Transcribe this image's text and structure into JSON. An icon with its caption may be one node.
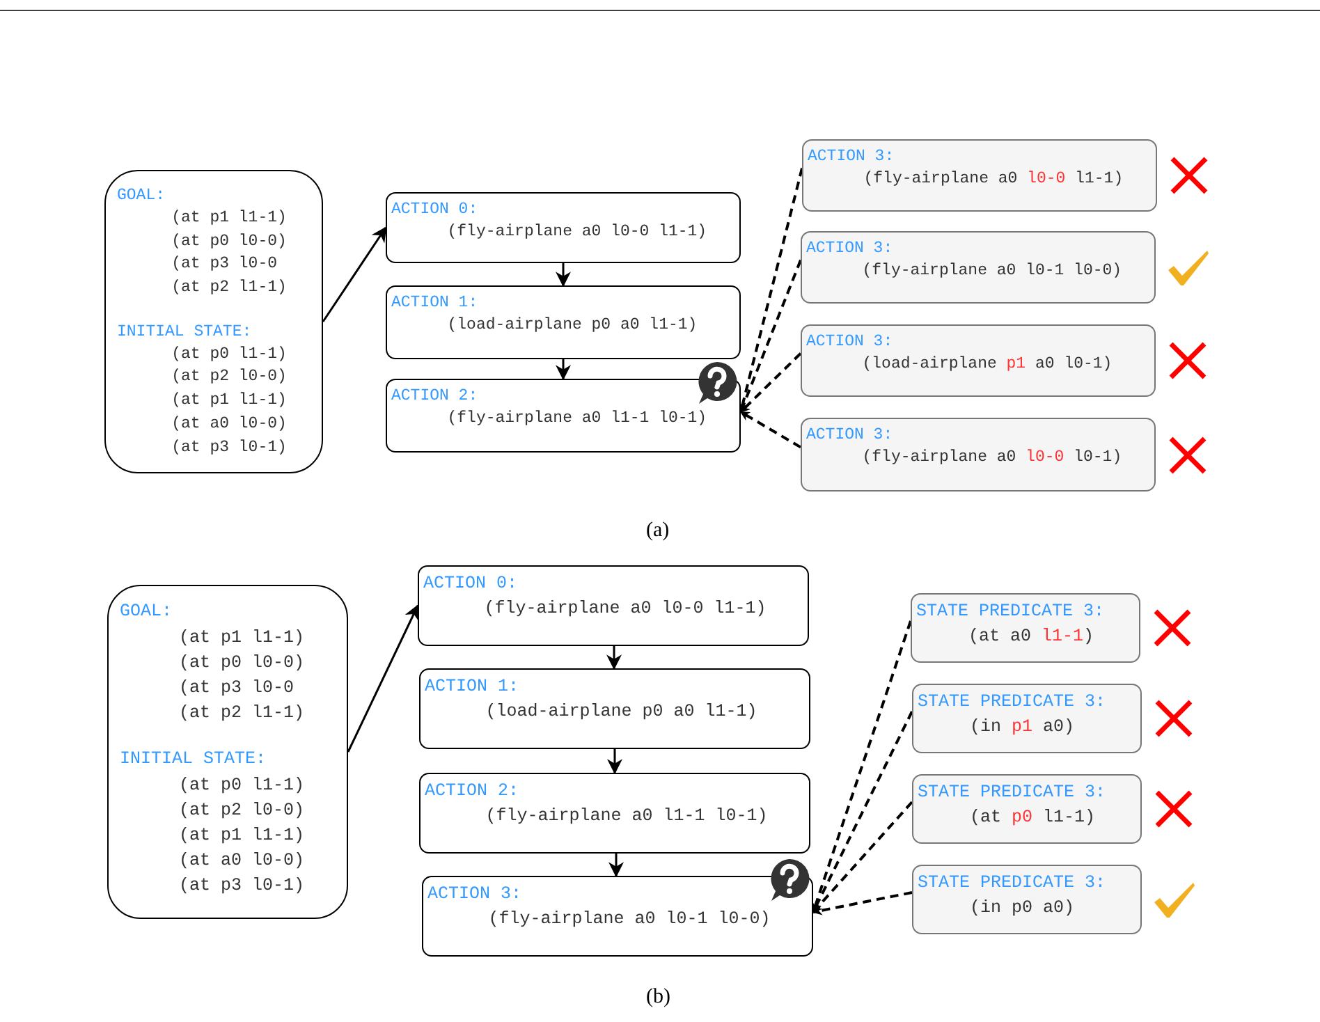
{
  "diagram": {
    "nodes": [
      {
        "text": [
          "GOAL:",
          "(at p1 l1-1)",
          "(at p0 l0-0)",
          "(at p3 l0-0",
          "(at p2 l1-1)",
          "INITIAL STATE:",
          "(at p0 l1-1)",
          "(at p2 l0-0)",
          "(at p1 l1-1)",
          "(at a0 l0-0)",
          "(at p3 l0-1)"
        ]
      },
      {
        "text": [
          "ACTION 0:",
          "(fly-airplane a0 l0-0 l1-1)"
        ]
      },
      {
        "text": [
          "ACTION 1:",
          "(load-airplane p0 a0 l1-1)"
        ]
      },
      {
        "text": [
          "ACTION 2:",
          "(fly-airplane a0 l1-1 l0-1)"
        ]
      },
      {
        "text": [
          "ACTION 3:",
          "(fly-airplane a0 **l0-0** l1-1)"
        ]
      },
      {
        "text": [
          "ACTION 3:",
          "(fly-airplane a0 l0-1 l0-0)"
        ]
      },
      {
        "text": [
          "ACTION 3:",
          "(load-airplane **p1** a0 l0-1)"
        ]
      },
      {
        "text": [
          "ACTION 3:",
          "(fly-airplane a0 **l0-0** l0-1)"
        ]
      },
      {
        "text": [
          "GOAL:",
          "(at p1 l1-1)",
          "(at p0 l0-0)",
          "(at p3 l0-0",
          "(at p2 l1-1)",
          "INITIAL STATE:",
          "(at p0 l1-1)",
          "(at p2 l0-0)",
          "(at p1 l1-1)",
          "(at a0 l0-0)",
          "(at p3 l0-1)"
        ]
      },
      {
        "text": [
          "ACTION 0:",
          "(fly-airplane a0 l0-0 l1-1)"
        ]
      },
      {
        "text": [
          "ACTION 1:",
          "(load-airplane p0 a0 l1-1)"
        ]
      },
      {
        "text": [
          "ACTION 2:",
          "(fly-airplane a0 l1-1 l0-1)"
        ]
      },
      {
        "text": [
          "ACTION 3:",
          "(fly-airplane a0 l0-1 l0-0)"
        ]
      },
      {
        "text": [
          "STATE PREDICATE 3:",
          "(at a0 **l1-1**)"
        ]
      },
      {
        "text": [
          "STATE PREDICATE 3:",
          "(in **p1** a0)"
        ]
      },
      {
        "text": [
          "STATE PREDICATE 3:",
          "(at **p0** l1-1)"
        ]
      },
      {
        "text": [
          "STATE PREDICATE 3:",
          "(in p0 a0)"
        ]
      }
    ],
    "edges": [
      {
        "from": 0,
        "to": 1,
        "arrow": "to"
      },
      {
        "from": 1,
        "to": 2,
        "arrow": "to"
      },
      {
        "from": 2,
        "to": 3,
        "arrow": "to"
      },
      {
        "from": 4,
        "to": 3,
        "arrow": "to",
        "style": "dashed"
      },
      {
        "from": 5,
        "to": 3,
        "arrow": "to",
        "style": "dashed"
      },
      {
        "from": 6,
        "to": 3,
        "arrow": "to",
        "style": "dashed"
      },
      {
        "from": 7,
        "to": 3,
        "arrow": "to",
        "style": "dashed"
      },
      {
        "from": 8,
        "to": 9,
        "arrow": "to"
      },
      {
        "from": 9,
        "to": 10,
        "arrow": "to"
      },
      {
        "from": 10,
        "to": 11,
        "arrow": "to"
      },
      {
        "from": 11,
        "to": 12,
        "arrow": "to"
      },
      {
        "from": 13,
        "to": 12,
        "arrow": "to",
        "style": "dashed"
      },
      {
        "from": 14,
        "to": 12,
        "arrow": "to",
        "style": "dashed"
      },
      {
        "from": 15,
        "to": 12,
        "arrow": "to",
        "style": "dashed"
      },
      {
        "from": 16,
        "to": 12,
        "arrow": "to",
        "style": "dashed"
      }
    ],
    "labels": [
      "(a)",
      "(b)"
    ]
  }
}
